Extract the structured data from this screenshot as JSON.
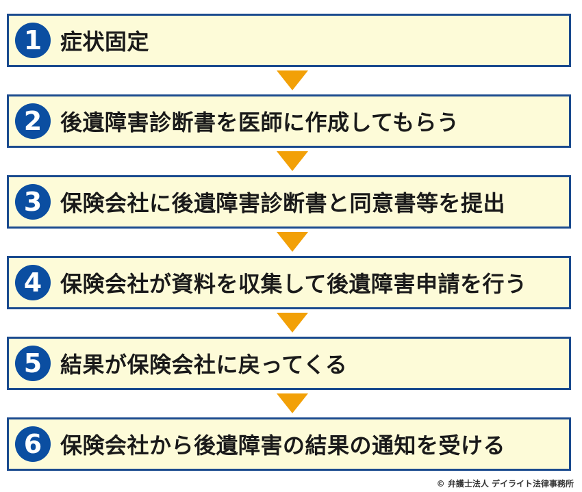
{
  "steps": [
    {
      "number": "1",
      "label": "症状固定"
    },
    {
      "number": "2",
      "label": "後遺障害診断書を医師に作成してもらう"
    },
    {
      "number": "3",
      "label": "保険会社に後遺障害診断書と同意書等を提出"
    },
    {
      "number": "4",
      "label": "保険会社が資料を収集して後遺障害申請を行う"
    },
    {
      "number": "5",
      "label": "結果が保険会社に戻ってくる"
    },
    {
      "number": "6",
      "label": "保険会社から後遺障害の結果の通知を受ける"
    }
  ],
  "copyright": "© 弁護士法人 デイライト法律事務所",
  "colors": {
    "box_fill": "#fdfbd8",
    "box_border": "#1a4a8e",
    "number_circle": "#0b4ea1",
    "arrow": "#f2a007"
  }
}
